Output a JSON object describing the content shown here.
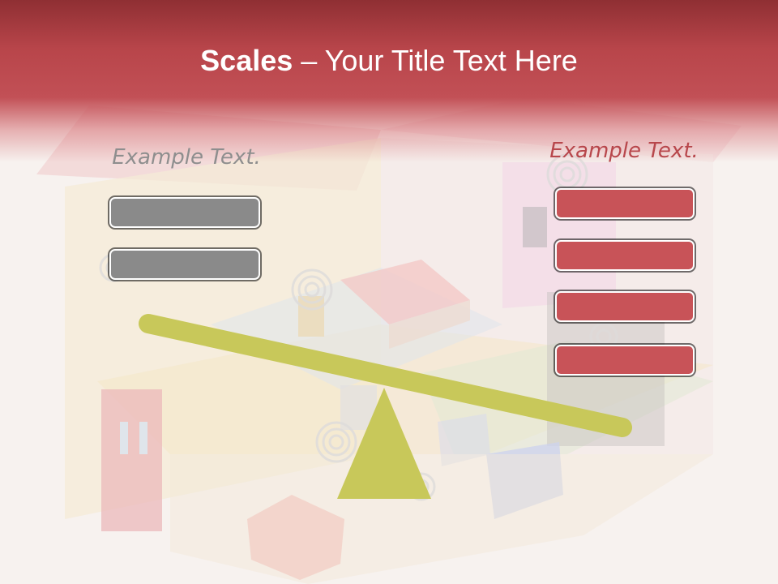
{
  "slide": {
    "title_bold": "Scales",
    "title_rest": " – Your Title Text Here",
    "left_label": "Example Text.",
    "right_label": "Example Text.",
    "left_bar_count": 2,
    "right_bar_count": 4
  },
  "colors": {
    "title_band": "#c24b50",
    "left_label": "#8e8e8e",
    "right_label": "#b8474c",
    "left_bars": "#8a8a8a",
    "right_bars": "#c85358",
    "beam": "#c8c85a",
    "fulcrum": "#c8c85a"
  }
}
